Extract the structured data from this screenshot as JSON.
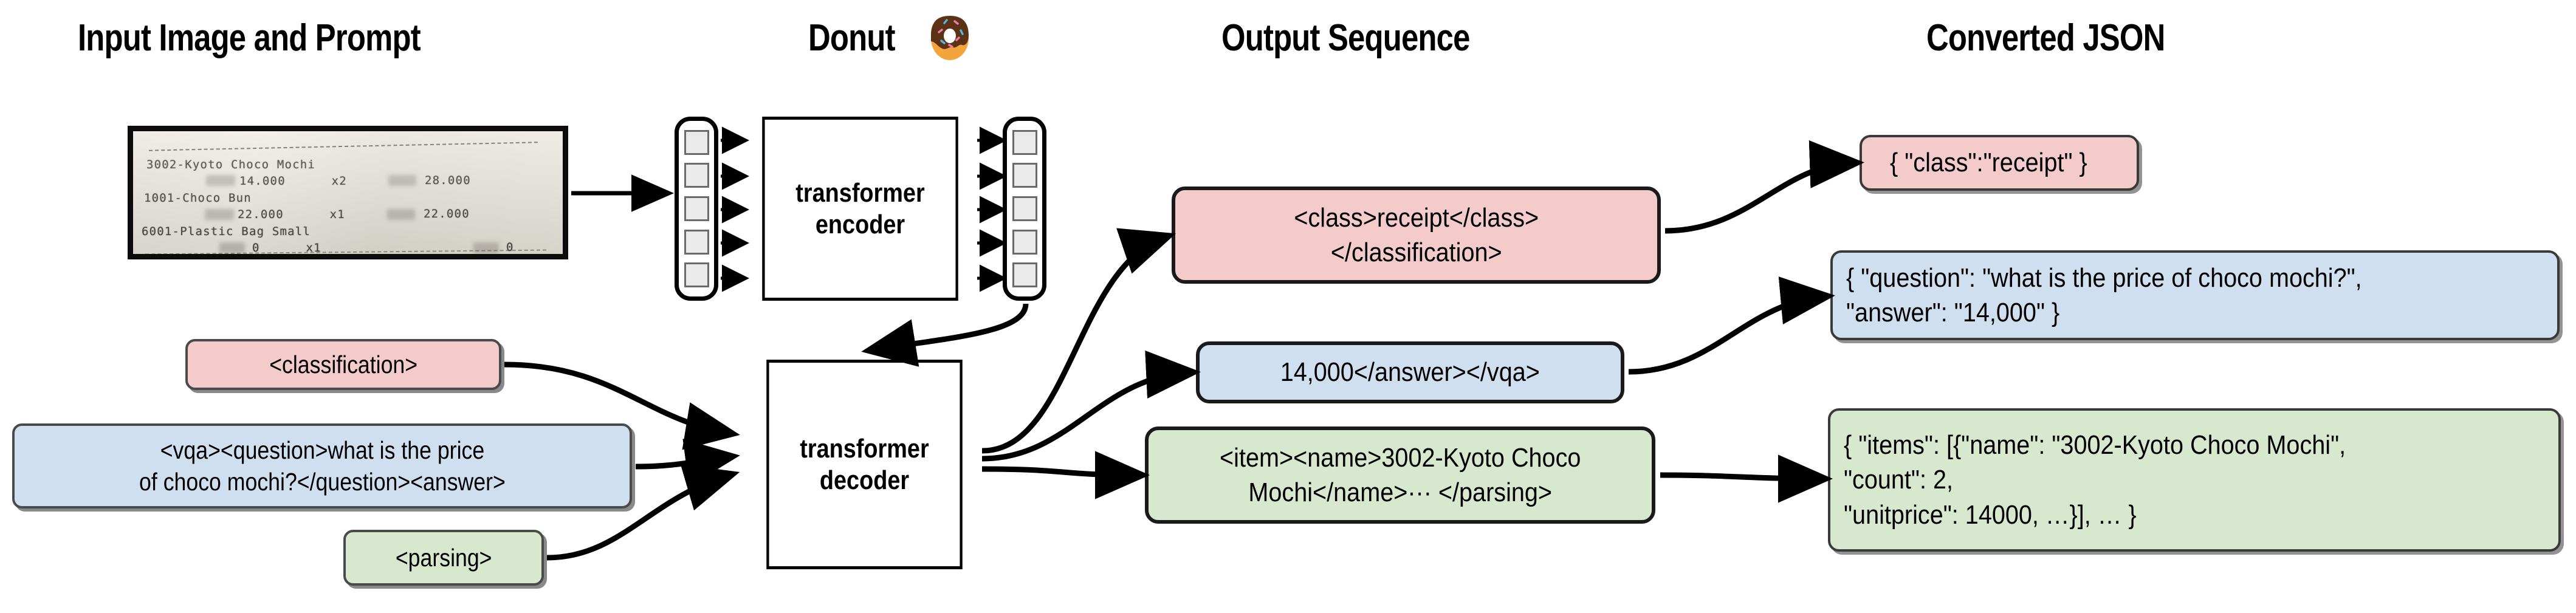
{
  "figure": {
    "type": "diagram",
    "background": "#ffffff",
    "palette": {
      "pink": "#f4cbcb",
      "blue": "#cfdff0",
      "green": "#d7e8ce",
      "stroke": "#000000",
      "token_fill": "#eaeaea",
      "token_stroke": "#6a6a6a"
    }
  },
  "columns": [
    {
      "id": "input",
      "title": "Input Image and Prompt"
    },
    {
      "id": "model",
      "title": "Donut"
    },
    {
      "id": "output",
      "title": "Output Sequence"
    },
    {
      "id": "json",
      "title": "Converted JSON"
    }
  ],
  "model_title_emoji": "🍩",
  "receipt": {
    "lines": [
      {
        "text": "3002-Kyoto Choco Mochi"
      },
      {
        "text": "14.000     x2",
        "right": "28.000"
      },
      {
        "text": "1001-Choco Bun"
      },
      {
        "text": "22.000     x1",
        "right": "22.000"
      },
      {
        "text": "6001-Plastic Bag Small"
      },
      {
        "text": "0      x1",
        "right": "0"
      }
    ],
    "l1": "3002-Kyoto Choco Mochi",
    "l2": "14.000      x2",
    "l2r": "28.000",
    "l3": "1001-Choco Bun",
    "l4": "22.000      x1",
    "l4r": "22.000",
    "l5": "6001-Plastic Bag Small",
    "l6": "0      x1",
    "l6r": "0"
  },
  "blocks": {
    "encoder": "transformer\nencoder",
    "decoder": "transformer\ndecoder"
  },
  "tokens": {
    "input_count": 5,
    "output_count": 5
  },
  "prompts": [
    {
      "id": "classification",
      "text": "<classification>",
      "color": "pink"
    },
    {
      "id": "vqa",
      "text": "<vqa><question>what is the price\nof choco mochi?</question><answer>",
      "color": "blue"
    },
    {
      "id": "parsing",
      "text": "<parsing>",
      "color": "green"
    }
  ],
  "output_sequences": [
    {
      "id": "class-seq",
      "text": "<class>receipt</class>\n</classification>",
      "color": "pink"
    },
    {
      "id": "vqa-seq",
      "text": "14,000</answer></vqa>",
      "color": "blue"
    },
    {
      "id": "parse-seq",
      "text": "<item><name>3002-Kyoto Choco\nMochi</name>··· </parsing>",
      "color": "green"
    }
  ],
  "converted_json": [
    {
      "id": "json-class",
      "text": "{ \"class\":\"receipt\" }",
      "color": "pink"
    },
    {
      "id": "json-vqa",
      "text": "{ \"question\": \"what is the price of choco mochi?\",\n    \"answer\": \"14,000\" }",
      "color": "blue"
    },
    {
      "id": "json-parse",
      "text": "{ \"items\": [{\"name\": \"3002-Kyoto Choco Mochi\",\n      \"count\": 2,\n      \"unitprice\": 14000, …}], … }",
      "color": "green"
    }
  ]
}
